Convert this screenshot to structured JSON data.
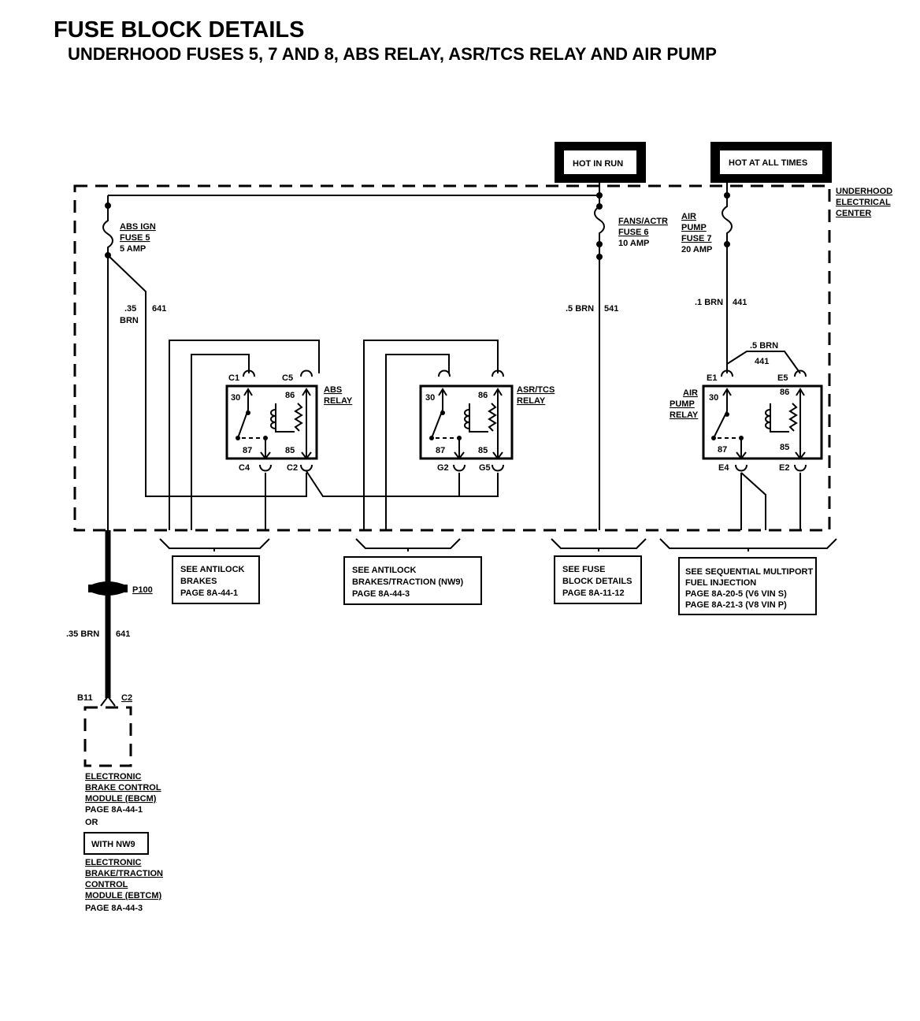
{
  "title": "FUSE BLOCK DETAILS",
  "subtitle": "UNDERHOOD FUSES 5, 7 AND 8, ABS RELAY, ASR/TCS RELAY AND AIR PUMP",
  "power_labels": {
    "hot_in_run": "HOT IN RUN",
    "hot_at_all_times": "HOT AT ALL TIMES"
  },
  "center_label": [
    "UNDERHOOD",
    "ELECTRICAL",
    "CENTER"
  ],
  "fuses": {
    "abs": [
      "ABS IGN",
      "FUSE 5",
      "5 AMP"
    ],
    "fans": [
      "FANS/ACTR",
      "FUSE 6",
      "10 AMP"
    ],
    "air": [
      "AIR",
      "PUMP",
      "FUSE 7",
      "20 AMP"
    ]
  },
  "wires": {
    "w641_size": ".35",
    "w641_color": "BRN",
    "w641_circuit": "641",
    "w541": ".5 BRN",
    "w541_circuit": "541",
    "w441": ".1 BRN",
    "w441_circuit": "441",
    "w441b": ".5 BRN",
    "w441b_circuit": "441",
    "lower": ".35 BRN",
    "lower_circuit": "641"
  },
  "relays": {
    "abs": {
      "name": [
        "ABS",
        "RELAY"
      ],
      "top_left": "C1",
      "top_right": "C5",
      "bot_left": "C4",
      "bot_right": "C2"
    },
    "asr": {
      "name": [
        "ASR/TCS",
        "RELAY"
      ],
      "bot_left": "G2",
      "bot_right": "G5"
    },
    "air": {
      "name": [
        "AIR",
        "PUMP",
        "RELAY"
      ],
      "top_left": "E1",
      "top_right": "E5",
      "bot_left": "E4",
      "bot_right": "E2"
    },
    "pins": {
      "p30": "30",
      "p86": "86",
      "p87": "87",
      "p85": "85"
    }
  },
  "refs": {
    "antilock": [
      "SEE ANTILOCK",
      "BRAKES",
      "PAGE 8A-44-1"
    ],
    "traction": [
      "SEE ANTILOCK",
      "BRAKES/TRACTION (NW9)",
      "PAGE 8A-44-3"
    ],
    "fuse": [
      "SEE FUSE",
      "BLOCK DETAILS",
      "PAGE 8A-11-12"
    ],
    "sfi": [
      "SEE SEQUENTIAL MULTIPORT",
      "FUEL INJECTION",
      "PAGE 8A-20-5 (V6 VIN S)",
      "PAGE 8A-21-3 (V8 VIN P)"
    ]
  },
  "connector": {
    "name": "P100",
    "pin": "B11",
    "cavity": "C2"
  },
  "ebcm": {
    "lines1": [
      "ELECTRONIC",
      "BRAKE CONTROL",
      "MODULE (EBCM)"
    ],
    "page1": "PAGE 8A-44-1",
    "or": "OR",
    "option": "WITH NW9",
    "lines2": [
      "ELECTRONIC",
      "BRAKE/TRACTION",
      "CONTROL",
      "MODULE (EBTCM)"
    ],
    "page2": "PAGE 8A-44-3"
  }
}
